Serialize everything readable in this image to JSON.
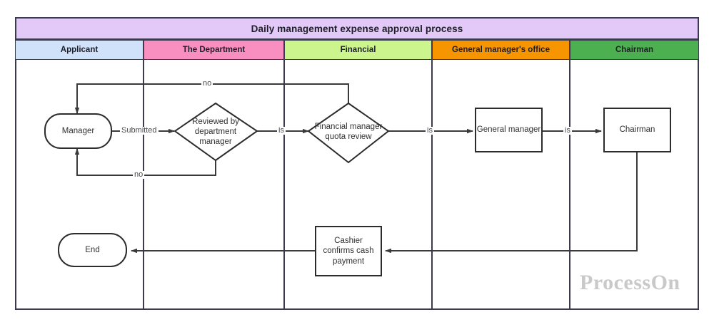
{
  "diagram": {
    "title": "Daily management expense approval process",
    "watermark": "ProcessOn",
    "lanes": [
      {
        "label": "Applicant",
        "color": "#cfe2f9"
      },
      {
        "label": "The Department",
        "color": "#f98fc0"
      },
      {
        "label": "Financial",
        "color": "#ccf58e"
      },
      {
        "label": "General manager's office",
        "color": "#f79500"
      },
      {
        "label": "Chairman",
        "color": "#4caf50"
      }
    ],
    "nodes": {
      "manager": "Manager",
      "dept_review": "Reviewed by department manager",
      "finance_review": "Financial manager quota review",
      "general_manager": "General manager",
      "chairman": "Chairman",
      "cashier": "Cashier confirms cash payment",
      "end": "End"
    },
    "edges": {
      "submitted": "Submitted",
      "no_top": "no",
      "no_bottom": "no",
      "is_1": "is",
      "is_2": "is",
      "is_3": "is"
    }
  }
}
